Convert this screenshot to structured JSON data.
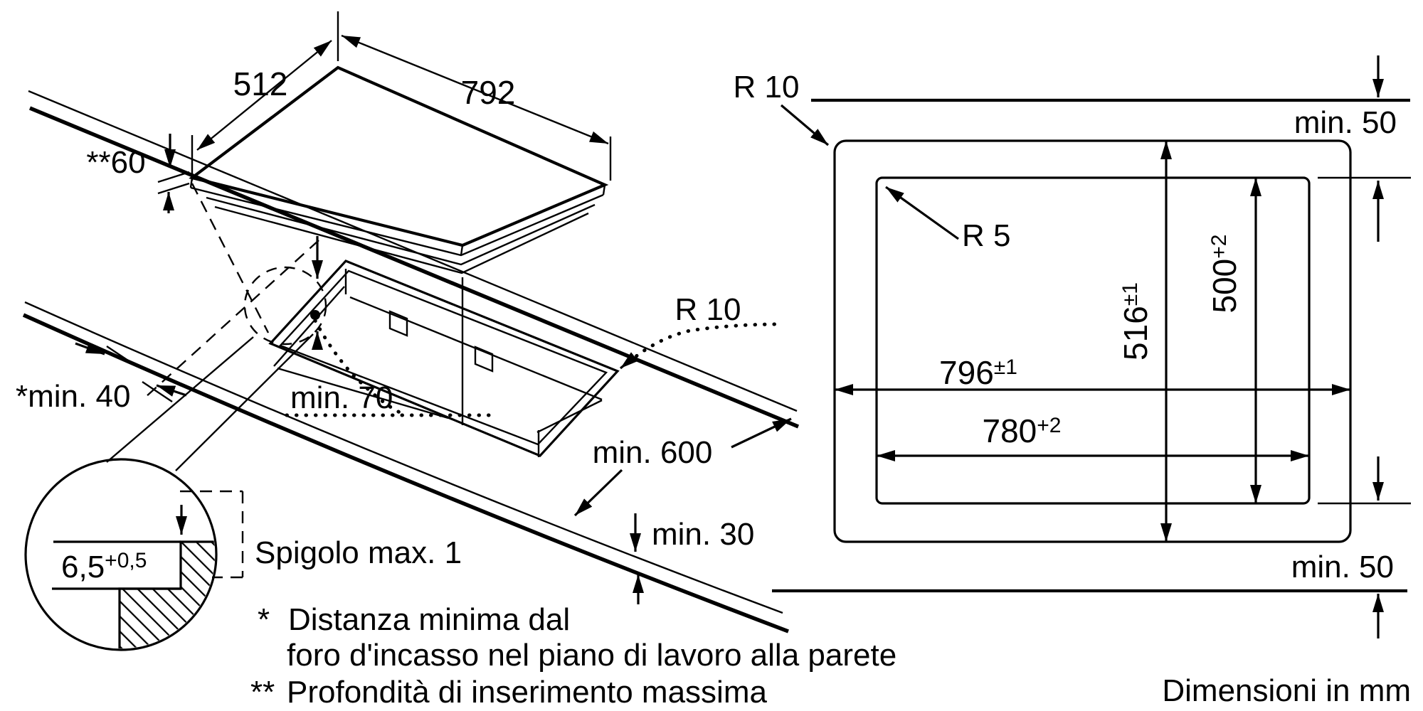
{
  "page": {
    "background": "#ffffff",
    "line_color": "#000000"
  },
  "perspective_view": {
    "cooktop": {
      "width_label": "792",
      "depth_label": "512",
      "insertion_depth_label": "**60"
    },
    "cutout": {
      "corner_radius_label": "R 10",
      "inner_clearance_label": "min. 70"
    },
    "clearances": {
      "wall_distance_label": "*min. 40",
      "worktop_depth_label": "min. 600",
      "front_web_label": "min. 30"
    },
    "detail": {
      "recess_depth_value": "6,5",
      "recess_depth_tolerance": "+0,5",
      "edge_note": "Spigolo max. 1"
    }
  },
  "plan_view": {
    "outer_radius_label": "R 10",
    "inner_radius_label": "R 5",
    "top_clearance_label": "min. 50",
    "bottom_clearance_label": "min. 50",
    "outer_width_value": "796",
    "outer_width_tolerance": "±1",
    "inner_width_value": "780",
    "inner_width_tolerance": "+2",
    "outer_height_value": "516",
    "outer_height_tolerance": "±1",
    "inner_height_value": "500",
    "inner_height_tolerance": "+2"
  },
  "footnotes": {
    "star_marker": "*",
    "star_line1": "Distanza minima dal",
    "star_line2": "foro d'incasso nel piano di lavoro alla parete",
    "double_star_marker": "**",
    "double_star_text": "Profondità di inserimento massima",
    "units_note": "Dimensioni in mm"
  }
}
